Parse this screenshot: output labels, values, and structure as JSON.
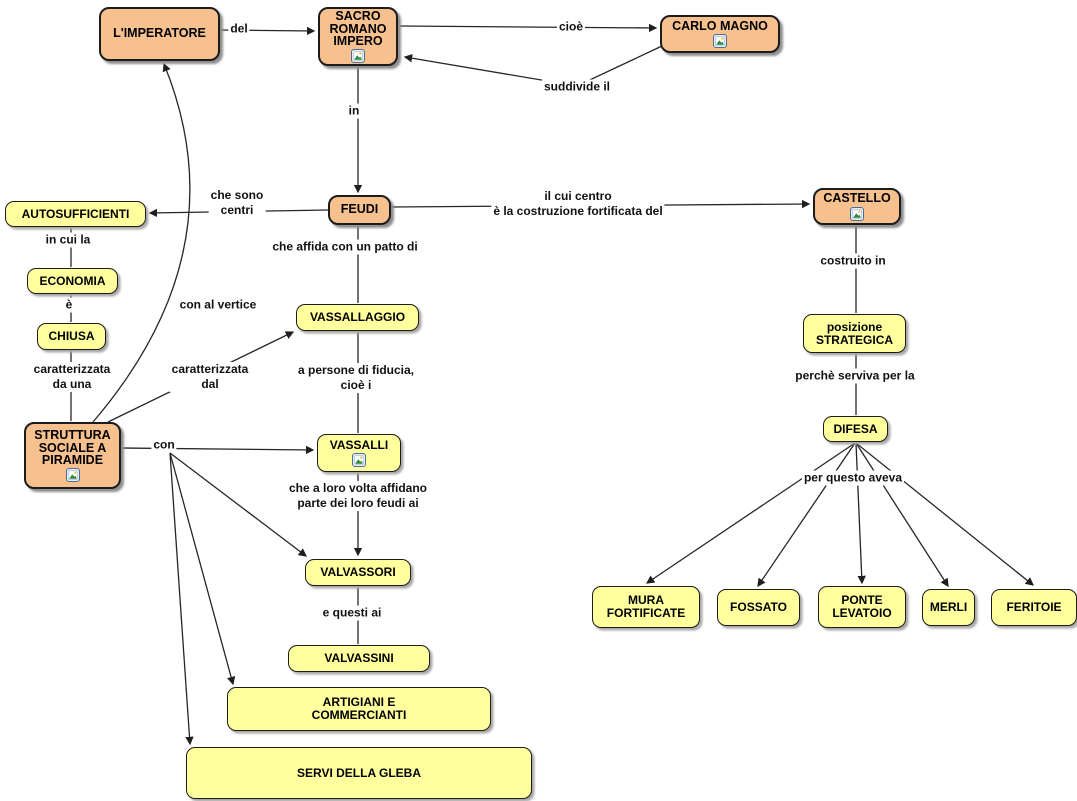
{
  "title": "Mappa concettuale: il feudalesimo",
  "colors": {
    "concept_fill": "#f6c08f",
    "detail_fill": "#ffff9e",
    "line": "#262626",
    "background": "#ffffff"
  },
  "nodes": {
    "imperatore": "L'IMPERATORE",
    "sacro_romano_impero": "SACRO\nROMANO\nIMPERO",
    "carlo_magno": "CARLO MAGNO",
    "feudi": "FEUDI",
    "castello": "CASTELLO",
    "autosufficienti": "AUTOSUFFICIENTI",
    "economia": "ECONOMIA",
    "chiusa": "CHIUSA",
    "vassallaggio": "VASSALLAGGIO",
    "vassalli": "VASSALLI",
    "valvassori": "VALVASSORI",
    "valvassini": "VALVASSINI",
    "artigiani": "ARTIGIANI E\nCOMMERCIANTI",
    "servi": "SERVI DELLA GLEBA",
    "struttura": "STRUTTURA\nSOCIALE A\nPIRAMIDE",
    "posizione": "posizione\nSTRATEGICA",
    "difesa": "DIFESA",
    "mura": "MURA\nFORTIFICATE",
    "fossato": "FOSSATO",
    "ponte": "PONTE\nLEVATOIO",
    "merli": "MERLI",
    "feritoie": "FERITOIE"
  },
  "links": {
    "del": "del",
    "cioe": "cioè",
    "suddivide": "suddivide il",
    "in": "in",
    "che_sono_centri": "che sono\ncentri",
    "il_cui_centro": "il cui centro\nè la costruzione fortificata del",
    "in_cui_la": "in cui la",
    "e": "è",
    "caratterizzata_da_una": "caratterizzata\nda una",
    "caratterizzata_dal": "caratterizzata\ndal",
    "con_al_vertice": "con al vertice",
    "che_affida": "che affida con un patto di",
    "a_persone": "a persone di fiducia,\ncioè i",
    "con": "con",
    "che_a_loro_volta": "che a loro volta affidano\nparte dei loro feudi ai",
    "e_questi_ai": "e questi ai",
    "costruito_in": "costruito in",
    "perche_serviva": "perchè serviva per la",
    "per_questo_aveva": "per questo aveva"
  }
}
